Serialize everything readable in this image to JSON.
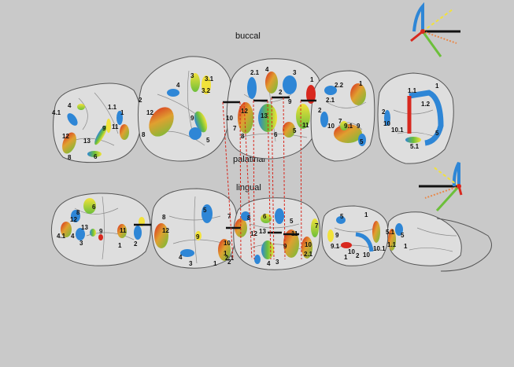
{
  "titles": {
    "buccal": "buccal",
    "palatinal": "palatinal",
    "lingual": "lingual"
  },
  "colors": {
    "background": "#c9c9c9",
    "tooth_fill": "#dedede",
    "contact_blue": "#2e86d6",
    "contact_green": "#6cbf3a",
    "contact_yellow": "#f2e23a",
    "contact_red": "#d8281e",
    "guide_lines": "#d8281e"
  },
  "upper_labels": {
    "t1": [
      "4",
      "4.1",
      "1.1",
      "1",
      "11",
      "12",
      "13",
      "9",
      "6",
      "8"
    ],
    "t2": [
      "2",
      "4",
      "3",
      "3.1",
      "3.2",
      "12",
      "9",
      "8",
      "5"
    ],
    "t3": [
      "2.1",
      "4",
      "3",
      "1",
      "2",
      "12",
      "9",
      "10",
      "13",
      "7",
      "6",
      "11",
      "5",
      "8"
    ],
    "t4": [
      "2.2",
      "1",
      "2",
      "2.1",
      "7",
      "9.1",
      "10",
      "9",
      "5"
    ],
    "t5": [
      "1.1",
      "1",
      "1.2",
      "2",
      "10",
      "10.1",
      "5.1",
      "5"
    ]
  },
  "lower_labels": {
    "t1": [
      "6",
      "8",
      "12",
      "13",
      "9",
      "4.1",
      "4",
      "3",
      "11",
      "2",
      "1"
    ],
    "t2": [
      "8",
      "12",
      "5",
      "9",
      "4",
      "3",
      "1"
    ],
    "t3": [
      "7",
      "8",
      "12",
      "10",
      "1",
      "2",
      "2.1",
      "13",
      "6",
      "4",
      "3",
      "11",
      "9",
      "5",
      "10",
      "7",
      "2.1"
    ],
    "t4": [
      "5",
      "1",
      "9",
      "9.1",
      "10",
      "2",
      "1",
      "10.1",
      "10"
    ],
    "t5": [
      "5.1",
      "1.1",
      "5",
      "1"
    ]
  }
}
